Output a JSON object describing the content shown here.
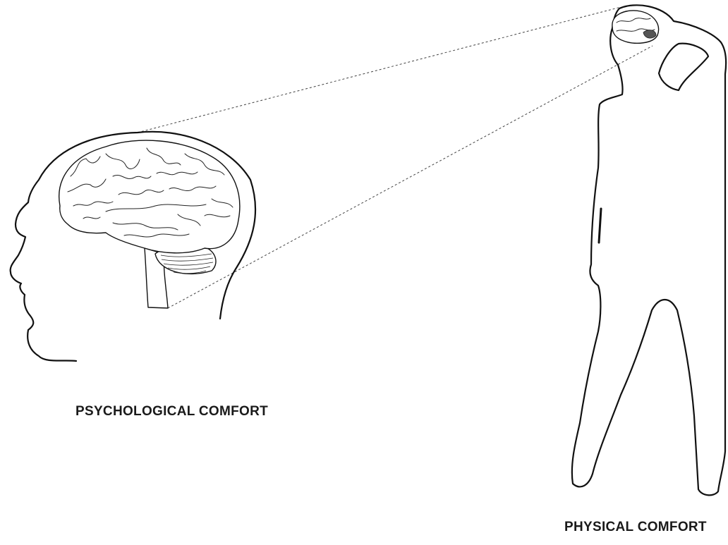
{
  "labels": {
    "psychological": "PSYCHOLOGICAL COMFORT",
    "physical": "PHYSICAL COMFORT"
  },
  "colors": {
    "background": "#ffffff",
    "line": "#111111",
    "text": "#1a1a1a"
  },
  "illustrations": {
    "head": "human-head-profile-with-brain",
    "figure": "standing-human-silhouette-with-small-brain",
    "connectors": "dashed-projection-lines"
  }
}
